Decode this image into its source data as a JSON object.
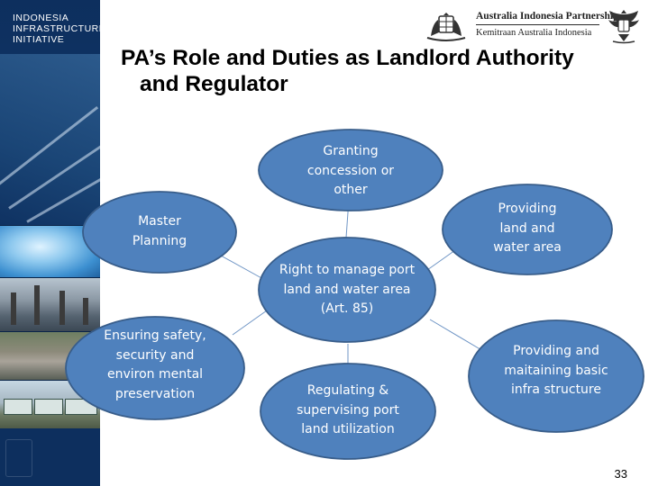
{
  "sidebar": {
    "logo_lines": [
      "INDONESIA",
      "INFRASTRUCTURE",
      "INITIATIVE"
    ]
  },
  "header": {
    "partnership_en": "Australia Indonesia Partnership",
    "partnership_id": "Kemitraan Australia Indonesia"
  },
  "slide": {
    "title_line1": "PA’s Role and Duties as Landlord Authority",
    "title_line2": "and Regulator",
    "page_number": "33"
  },
  "diagram": {
    "center": "Right to manage port\nland and water area\n(Art. 85)",
    "nodes": {
      "top": "Granting\nconcession or\nother",
      "left": "Master\nPlanning",
      "right": "Providing\nland and\nwater area",
      "bottom_left": "Ensuring safety,\nsecurity and\nenviron mental\npreservation",
      "bottom_center": "Regulating &\nsupervising port\nland utilization",
      "bottom_right": "Providing and\nmaitaining basic\ninfra structure"
    }
  },
  "colors": {
    "node_fill": "#4f81bd",
    "node_stroke": "#385d8a",
    "connector": "#4f81bd",
    "sidebar": "#0d2f5e"
  }
}
